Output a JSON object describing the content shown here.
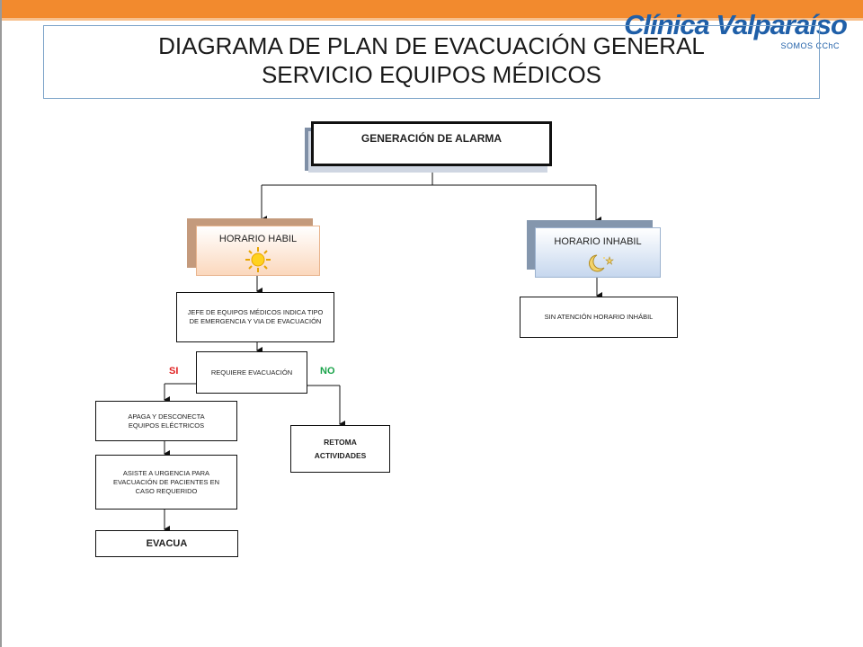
{
  "header": {
    "logo_name": "Clínica Valparaíso",
    "logo_tagline": "SOMOS CChC",
    "title_line1": "DIAGRAMA DE PLAN DE EVACUACIÓN GENERAL",
    "title_line2": "SERVICIO EQUIPOS MÉDICOS"
  },
  "diagram": {
    "nodes": {
      "alarm": "GENERACIÓN DE ALARMA",
      "horario_habil": "HORARIO HABIL",
      "horario_inhabil": "HORARIO INHABIL",
      "jefe": "JEFE DE EQUIPOS MÉDICOS INDICA TIPO DE EMERGENCIA Y VIA DE EVACUACIÓN",
      "sin_atencion": "SIN ATENCIÓN HORARIO INHÁBIL",
      "requiere": "REQUIERE EVACUACIÓN",
      "apaga": "APAGA Y DESCONECTA EQUIPOS ELÉCTRICOS",
      "asiste": "ASISTE A URGENCIA PARA EVACUACIÓN DE PACIENTES EN CASO REQUERIDO",
      "evacua": "EVACUA",
      "retoma": "RETOMA ACTIVIDADES"
    },
    "edge_labels": {
      "si": "SI",
      "no": "NO"
    },
    "colors": {
      "accent_band": "#f28a2e",
      "logo_blue": "#1f5fa8",
      "si_label": "#e02020",
      "no_label": "#1aa34a",
      "habil_fill": "#fbd8bd",
      "inhabil_fill": "#c6d7ee"
    },
    "icons": [
      "sun-icon",
      "moon-icon"
    ]
  }
}
